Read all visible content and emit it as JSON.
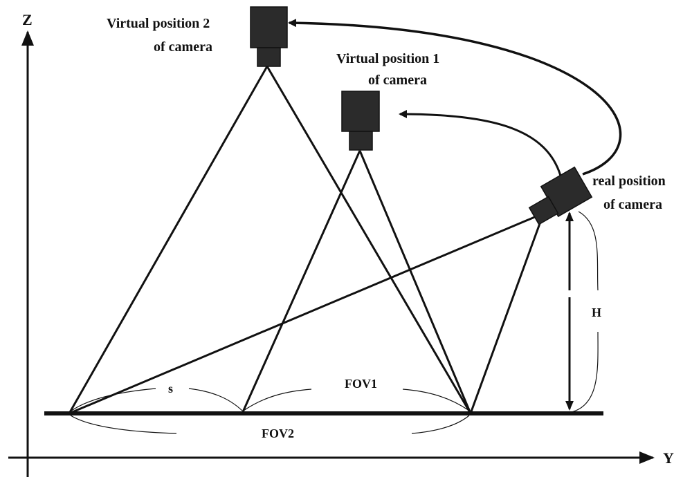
{
  "axes": {
    "z_label": "Z",
    "y_label": "Y"
  },
  "cameras": {
    "virtual2": {
      "line1": "Virtual position 2",
      "line2": "of camera"
    },
    "virtual1": {
      "line1": "Virtual position 1",
      "line2": "of camera"
    },
    "real": {
      "line1": "real position",
      "line2": "of camera"
    }
  },
  "labels": {
    "height": "H",
    "spacing": "s",
    "fov1": "FOV1",
    "fov2": "FOV2"
  },
  "colors": {
    "ink": "#111111",
    "camera_body": "#2b2b2b",
    "background": "#ffffff"
  }
}
